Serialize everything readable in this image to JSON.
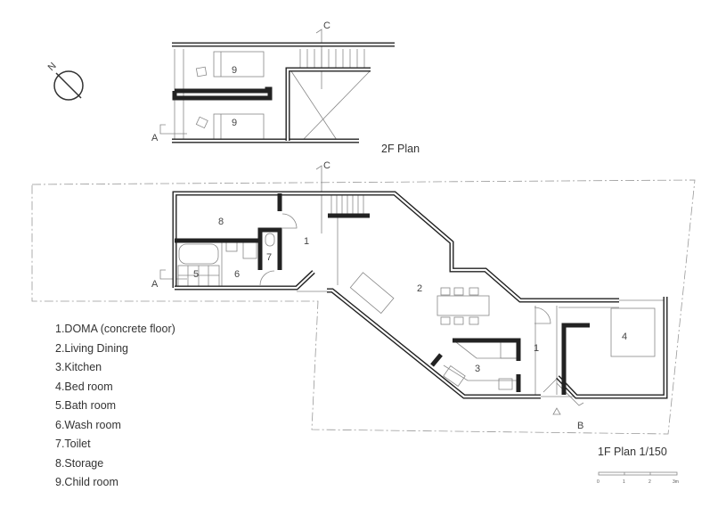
{
  "north_label": "N",
  "plan_2f": {
    "title": "2F Plan",
    "room_labels": [
      "9",
      "9"
    ],
    "section_labels": [
      "A",
      "C"
    ]
  },
  "plan_1f": {
    "title": "1F Plan 1/150",
    "room_labels": [
      "8",
      "1",
      "7",
      "6",
      "5",
      "2",
      "1",
      "3",
      "4"
    ],
    "section_labels": [
      "A",
      "C",
      "B"
    ]
  },
  "legend": [
    "1.DOMA (concrete floor)",
    "2.Living Dining",
    "3.Kitchen",
    "4.Bed room",
    "5.Bath room",
    "6.Wash room",
    "7.Toilet",
    "8.Storage",
    "9.Child room"
  ],
  "scale_bar": {
    "ticks": [
      "0",
      "1",
      "2",
      "3m"
    ]
  }
}
